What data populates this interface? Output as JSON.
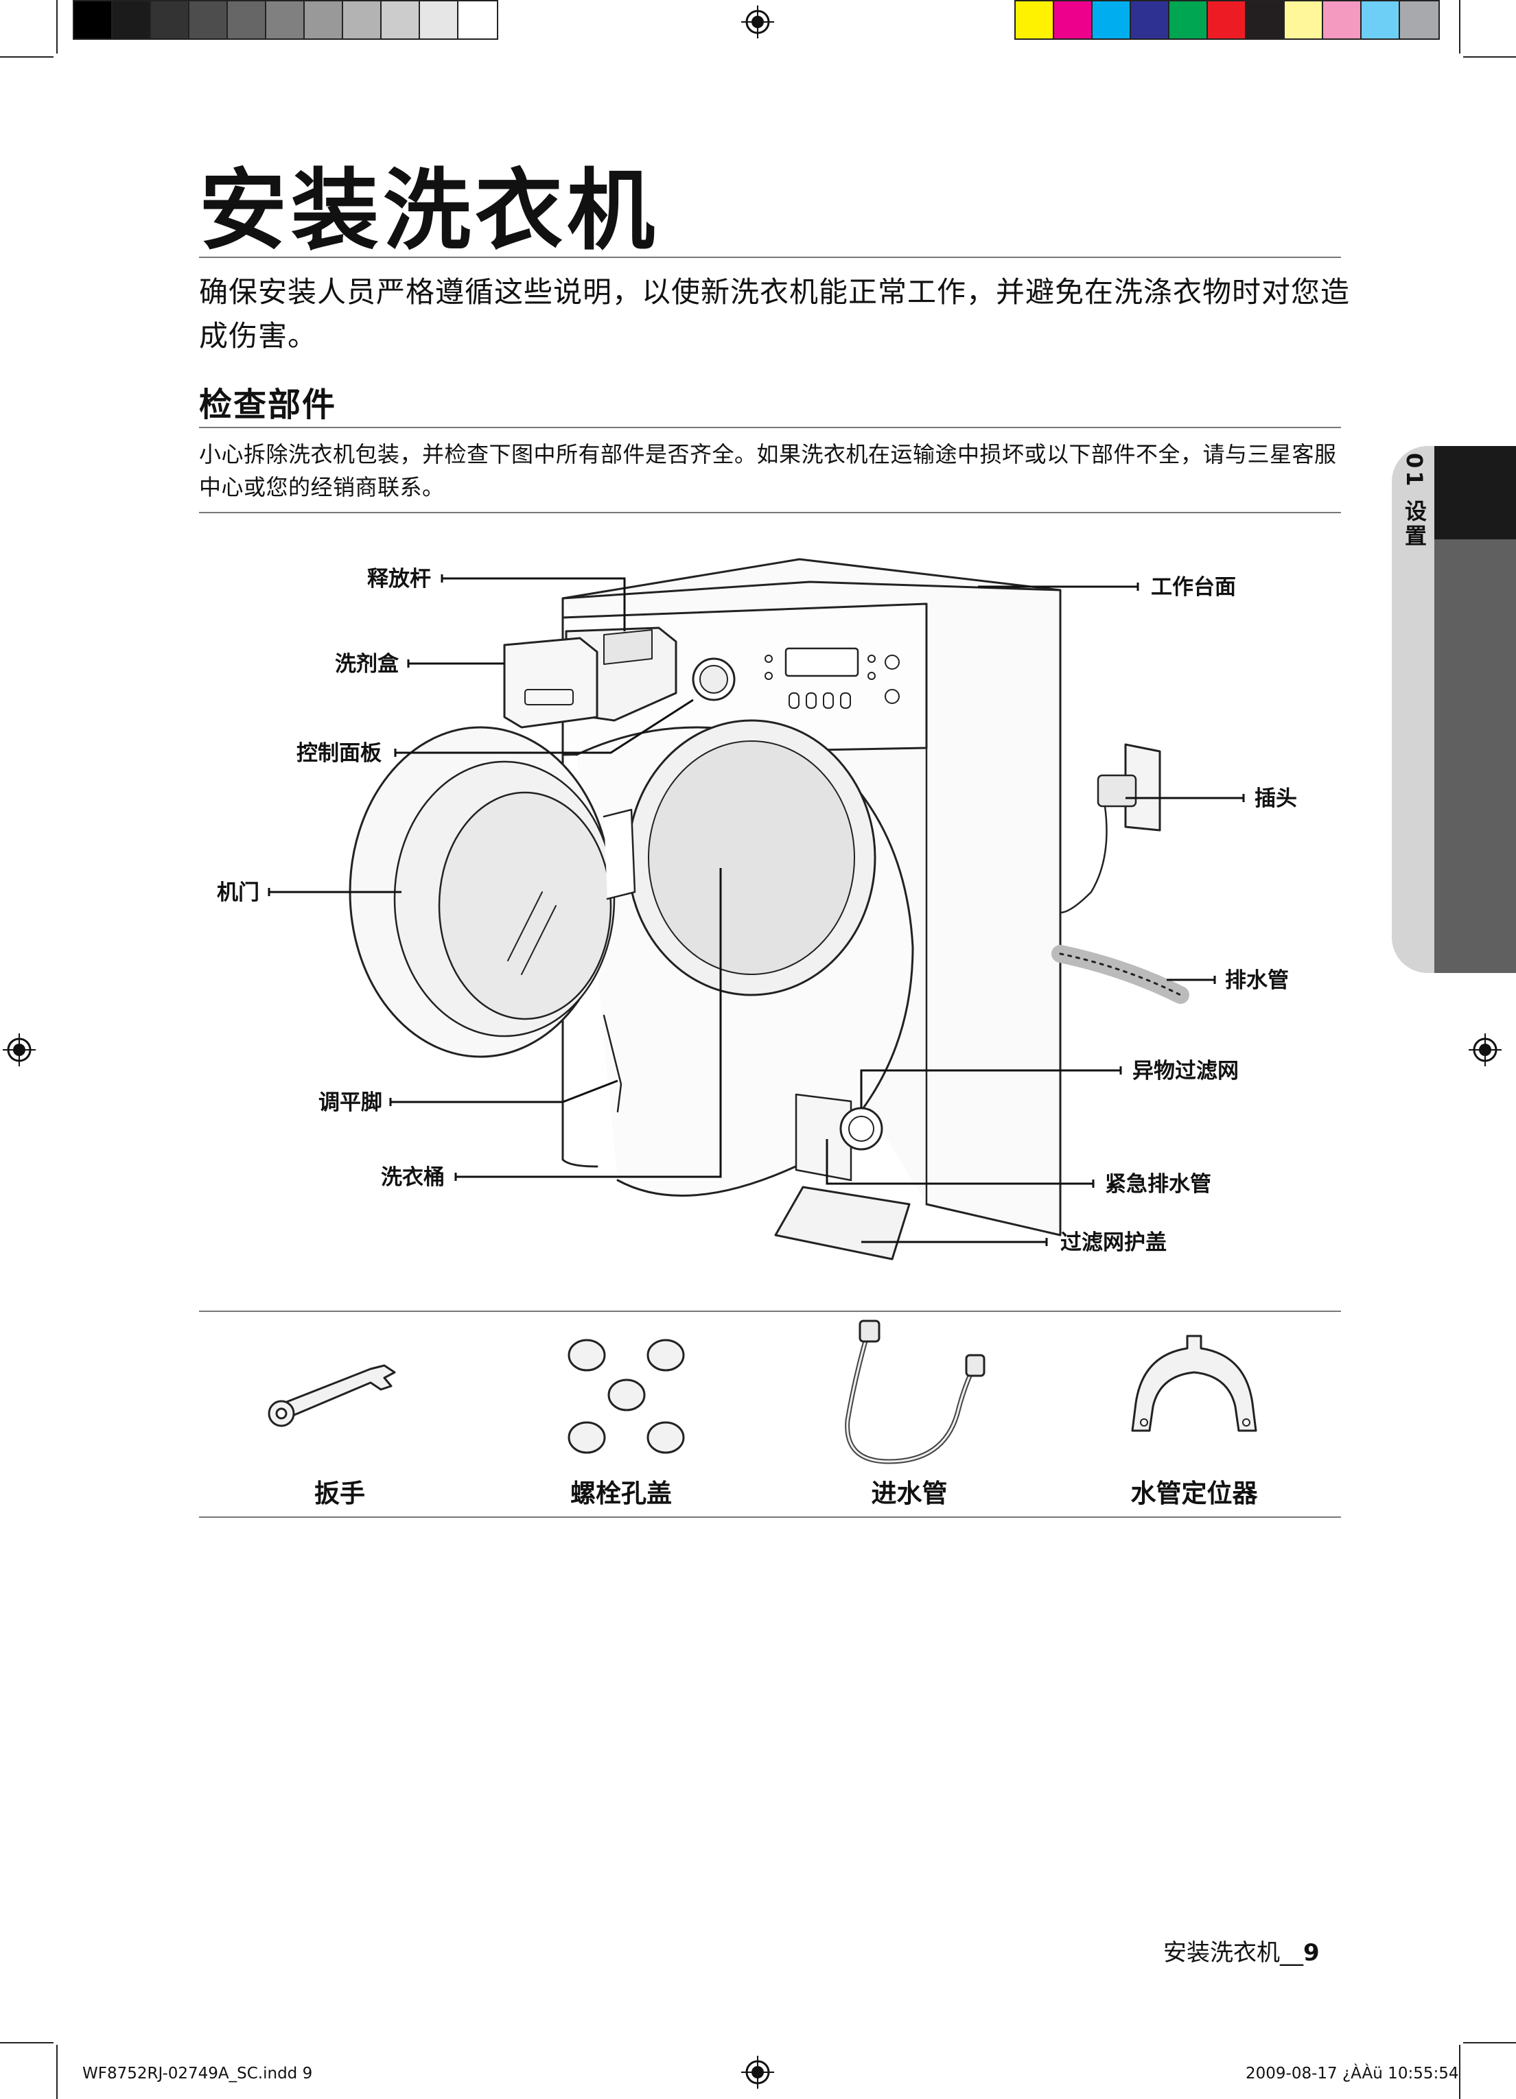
{
  "color_bars": {
    "gray": [
      "#000000",
      "#1b1b1b",
      "#333333",
      "#4d4d4d",
      "#666666",
      "#808080",
      "#999999",
      "#b3b3b3",
      "#cccccc",
      "#e6e6e6",
      "#ffffff"
    ],
    "color": [
      "#fff200",
      "#ec008c",
      "#00aeef",
      "#2e3192",
      "#00a651",
      "#ed1c24",
      "#231f20",
      "#fff799",
      "#f49ac1",
      "#6dcff6",
      "#a7a9ac"
    ]
  },
  "header": {
    "title": "安装洗衣机",
    "intro": "确保安装人员严格遵循这些说明，以使新洗衣机能正常工作，并避免在洗涤衣物时对您造成伤害。"
  },
  "section": {
    "heading": "检查部件",
    "body": "小心拆除洗衣机包装，并检查下图中所有部件是否齐全。如果洗衣机在运输途中损坏或以下部件不全，请与三星客服中心或您的经销商联系。"
  },
  "side_tab": {
    "label": "01 设置"
  },
  "diagram": {
    "labels": {
      "release_lever": "释放杆",
      "detergent_drawer": "洗剂盒",
      "control_panel": "控制面板",
      "door": "机门",
      "leveling_feet": "调平脚",
      "drum": "洗衣桶",
      "worktop": "工作台面",
      "plug": "插头",
      "drain_hose": "排水管",
      "debris_filter": "异物过滤网",
      "emergency_drain": "紧急排水管",
      "filter_cover": "过滤网护盖"
    }
  },
  "accessories": [
    {
      "label": "扳手",
      "icon": "wrench-icon"
    },
    {
      "label": "螺栓孔盖",
      "icon": "bolt-hole-caps-icon"
    },
    {
      "label": "进水管",
      "icon": "water-supply-hose-icon"
    },
    {
      "label": "水管定位器",
      "icon": "hose-guide-icon"
    }
  ],
  "footer": {
    "page_label": "安装洗衣机__",
    "page_number": "9",
    "file_info": "WF8752RJ-02749A_SC.indd   9",
    "timestamp": "2009-08-17   ¿ÀÀü 10:55:54"
  }
}
